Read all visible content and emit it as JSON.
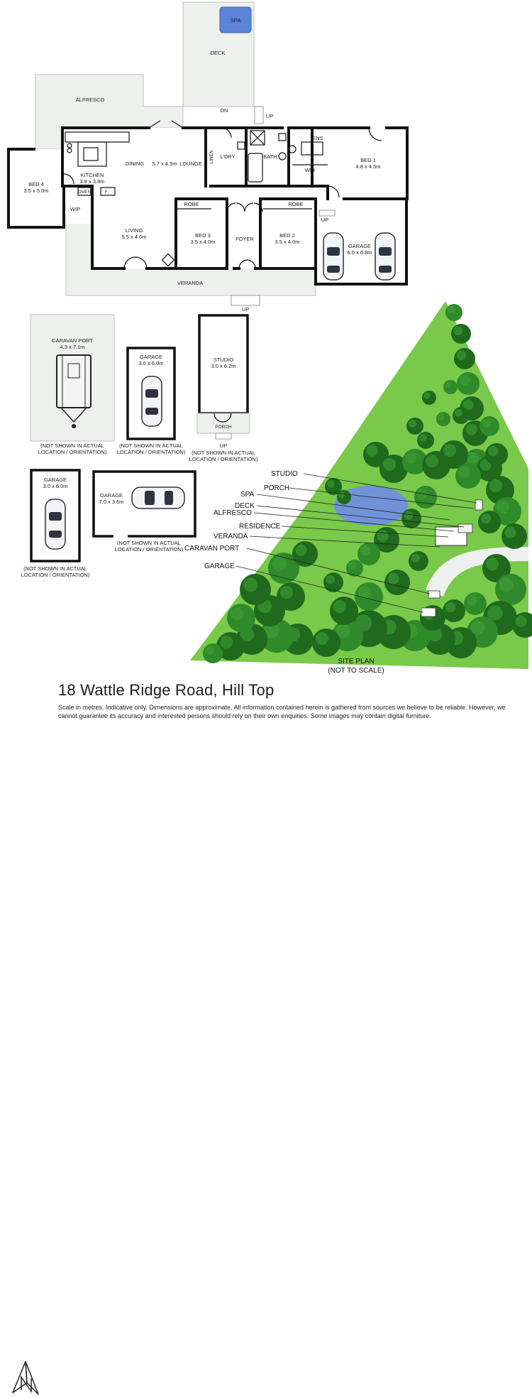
{
  "property": {
    "address": "18 Wattle Ridge Road, Hill Top",
    "disclaimer": "Scale in metres. Indicative only. Dimensions are approximate. All information contained herein is gathered from sources we believe to be reliable. However, we cannot guarantee its accuracy and interested persons should rely on their own enquiries. Some images may contain digital furniture."
  },
  "rooms": {
    "spa": "SPA",
    "deck": "DECK",
    "alfresco": "ALFRESCO",
    "dn": "DN",
    "up": "UP",
    "kitchen": {
      "name": "KITCHEN",
      "size": "3.8 x 3.8m"
    },
    "dining_lounge": {
      "dining": "DINING",
      "size": "5.7 x 4.5m",
      "lounge": "LOUNGE"
    },
    "linen": "LINEN",
    "laundry": "L'DRY",
    "bath": "BATH",
    "ens": "ENS",
    "wir": "WIR",
    "bed1": {
      "name": "BED 1",
      "size": "4.8 x 4.5m"
    },
    "bed4": {
      "name": "BED 4",
      "size": "3.5 x 5.0m"
    },
    "oven": "OVEN",
    "fridge": "F",
    "wip": "WIP",
    "living": {
      "name": "LIVING",
      "size": "5.5 x 4.6m"
    },
    "robe": "ROBE",
    "bed3": {
      "name": "BED 3",
      "size": "3.5 x 4.0m"
    },
    "foyer": "FOYER",
    "bed2": {
      "name": "BED 2",
      "size": "3.5 x 4.0m"
    },
    "garage_main": {
      "name": "GARAGE",
      "size": "6.0 x 6.8m"
    },
    "veranda": "VERANDA"
  },
  "outbuildings": {
    "caravan_port": {
      "name": "CARAVAN PORT",
      "size": "4.3 x 7.1m"
    },
    "garage_a": {
      "name": "GARAGE",
      "size": "3.0 x 6.0m"
    },
    "studio": {
      "name": "STUDIO",
      "size": "3.0 x 6.2m"
    },
    "porch": "PORCH",
    "garage_b": {
      "name": "GARAGE",
      "size": "3.0 x 6.0m"
    },
    "garage_c": {
      "name": "GARAGE",
      "size": "7.0 x 3.6m"
    },
    "not_shown_1": "(NOT SHOWN IN ACTUAL",
    "not_shown_2": "LOCATION / ORIENTATION)"
  },
  "site_plan": {
    "labels": [
      "STUDIO",
      "PORCH",
      "SPA",
      "DECK",
      "ALFRESCO",
      "RESIDENCE",
      "VERANDA",
      "CARAVAN PORT",
      "GARAGE"
    ],
    "title_1": "SITE PLAN",
    "title_2": "(NOT TO SCALE)"
  },
  "colors": {
    "wall": "#111111",
    "outdoor": "#eef0ee",
    "spa": "#5b84d8",
    "pond": "#6f93d6",
    "lawn": "#79c94a",
    "tree_dark": "#1f6a1d",
    "tree_mid": "#2f8a2a"
  },
  "icons": {
    "north": "north-arrow-icon",
    "car": "car-icon"
  }
}
